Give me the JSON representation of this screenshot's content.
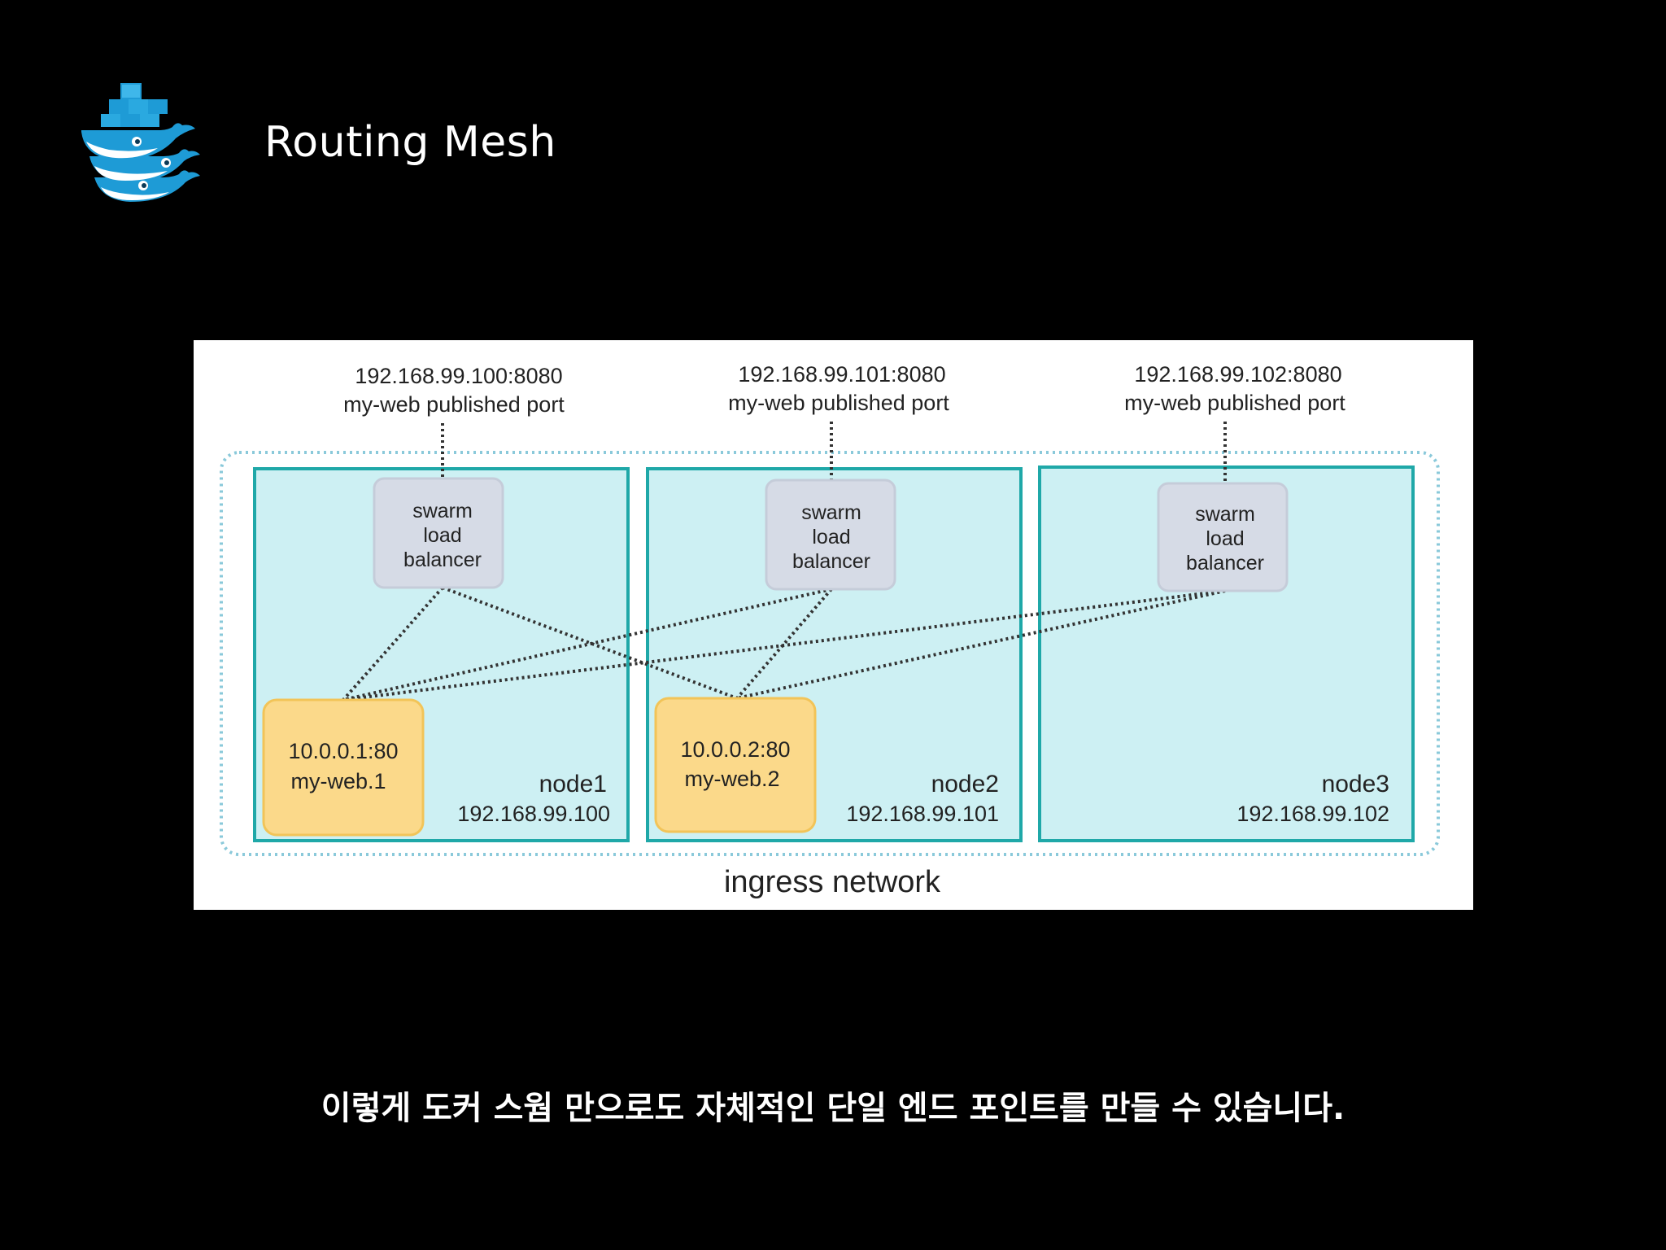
{
  "slide": {
    "title": "Routing Mesh",
    "logo_icon": "docker-swarm-whale-logo-icon",
    "caption": "이렇게 도커 스웜 만으로도 자체적인 단일 엔드 포인트를 만들 수 있습니다."
  },
  "diagram": {
    "network_label": "ingress network",
    "colors": {
      "node_fill": "#cdf0f3",
      "node_border": "#1fa8a8",
      "network_dots": "#8ac9da",
      "lb_fill": "#d6dbe6",
      "container_fill": "#fbd98a",
      "container_border": "#f2c458",
      "link": "#333333"
    },
    "nodes": [
      {
        "name": "node1",
        "ip": "192.168.99.100",
        "published_addr": "192.168.99.100:8080",
        "published_label": "my-web published port",
        "lb": [
          "swarm",
          "load",
          "balancer"
        ],
        "container": {
          "addr": "10.0.0.1:80",
          "name": "my-web.1"
        }
      },
      {
        "name": "node2",
        "ip": "192.168.99.101",
        "published_addr": "192.168.99.101:8080",
        "published_label": "my-web published port",
        "lb": [
          "swarm",
          "load",
          "balancer"
        ],
        "container": {
          "addr": "10.0.0.2:80",
          "name": "my-web.2"
        }
      },
      {
        "name": "node3",
        "ip": "192.168.99.102",
        "published_addr": "192.168.99.102:8080",
        "published_label": "my-web published port",
        "lb": [
          "swarm",
          "load",
          "balancer"
        ],
        "container": null
      }
    ]
  }
}
